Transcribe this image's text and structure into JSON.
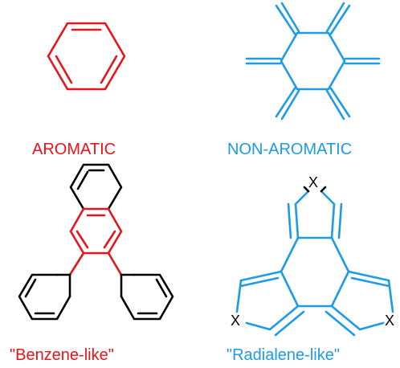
{
  "labels": {
    "top_left": "AROMATIC",
    "top_right": "NON-AROMATIC",
    "bottom_left": "\"Benzene-like\"",
    "bottom_right": "\"Radialene-like\""
  },
  "atoms": {
    "heteroatom": "X"
  },
  "colors": {
    "aromatic": "#e8141b",
    "non_aromatic": "#1c9be6",
    "frame": "#000000",
    "background": "#ffffff"
  }
}
